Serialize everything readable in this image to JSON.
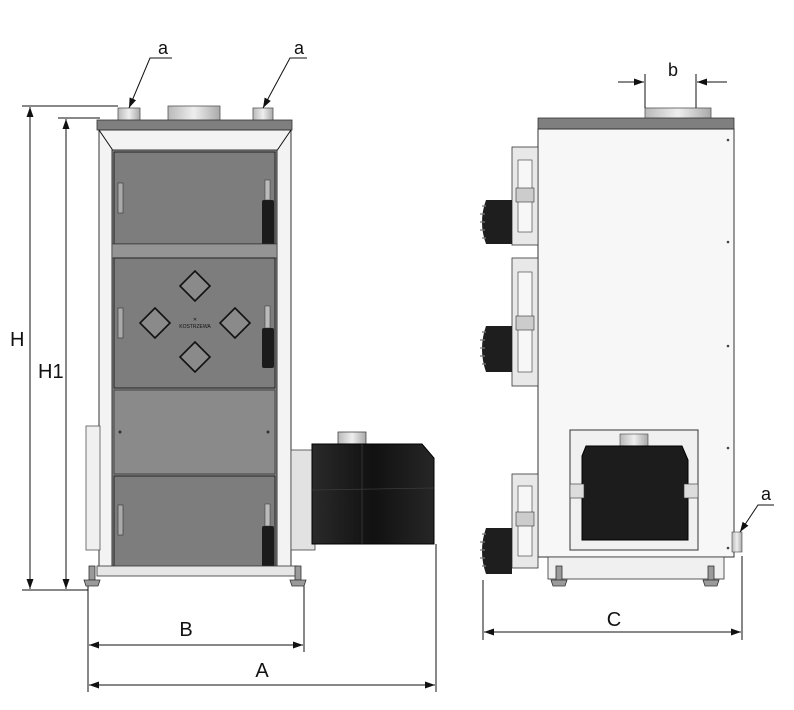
{
  "dimensions": {
    "H": "H",
    "H1": "H1",
    "A": "A",
    "B": "B",
    "C": "C",
    "b": "b"
  },
  "callouts": {
    "a_left": "a",
    "a_right": "a",
    "a_side": "a"
  },
  "colors": {
    "body_grey": "#8a8a8a",
    "door_grey": "#7d7d7d",
    "side_panel": "#f4f4f4",
    "burner_black": "#1c1c1c",
    "top_plate": "#7f7f7f",
    "pipe_light": "#cfcfcf"
  }
}
